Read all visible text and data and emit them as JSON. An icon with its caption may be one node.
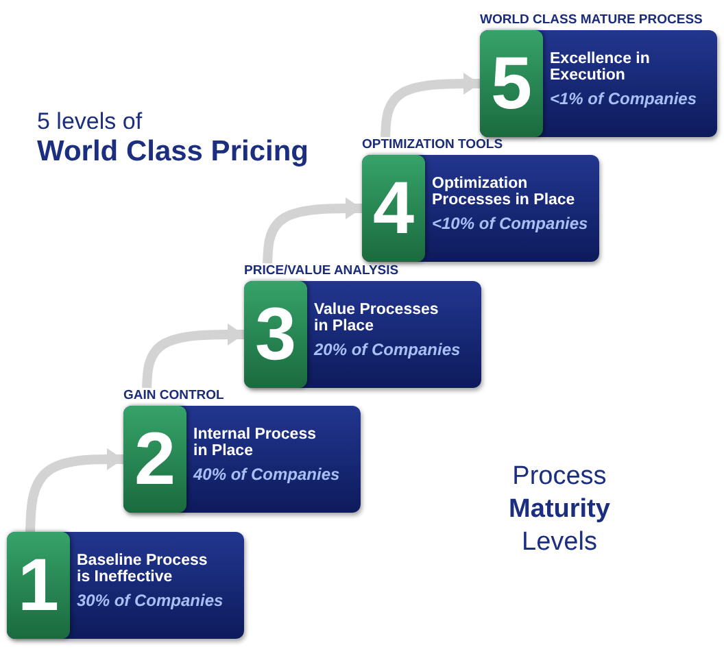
{
  "diagram": {
    "title": "5 levels of **World Class Pricing**",
    "nodes": [
      {
        "text": [
          "1",
          "Baseline Process is Ineffective",
          "30% of Companies"
        ]
      },
      {
        "text": [
          "GAIN CONTROL",
          "2",
          "Internal Process in Place",
          "40% of Companies"
        ]
      },
      {
        "text": [
          "PRICE/VALUE ANALYSIS",
          "3",
          "Value Processes in Place",
          "20% of Companies"
        ]
      },
      {
        "text": [
          "OPTIMIZATION TOOLS",
          "4",
          "Optimization Processes in Place",
          "<10% of Companies"
        ]
      },
      {
        "text": [
          "WORLD CLASS MATURE PROCESS",
          "5",
          "Excellence in Execution",
          "<1% of Companies"
        ]
      }
    ],
    "edges": [
      {
        "from": 0,
        "to": 1,
        "arrow": "to"
      },
      {
        "from": 1,
        "to": 2,
        "arrow": "to"
      },
      {
        "from": 2,
        "to": 3,
        "arrow": "to"
      },
      {
        "from": 3,
        "to": 4,
        "arrow": "to"
      }
    ],
    "labels": [
      "Process **Maturity** Levels"
    ]
  }
}
